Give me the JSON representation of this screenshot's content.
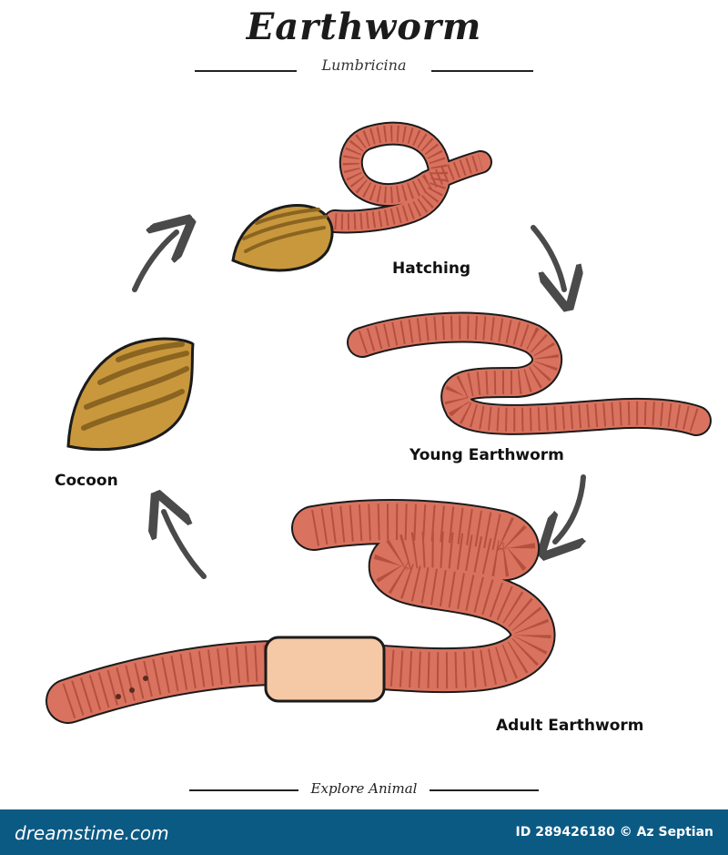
{
  "header": {
    "title": "Earthworm",
    "subtitle": "Lumbricina"
  },
  "stages": {
    "hatching": "Hatching",
    "young": "Young Earthworm",
    "adult": "Adult Earthworm",
    "cocoon": "Cocoon"
  },
  "footer": {
    "text": "Explore Animal"
  },
  "watermark_bar": {
    "brand": "dreamstime.com",
    "credit": "ID 289426180 © Az Septian"
  },
  "colors": {
    "worm": "#d9735f",
    "worm_dark": "#b5503f",
    "clitellum": "#f5c8a6",
    "cocoon": "#c9983d",
    "cocoon_dark": "#8a6420",
    "arrow": "#4a4a4a",
    "bar": "#0b5a84"
  }
}
